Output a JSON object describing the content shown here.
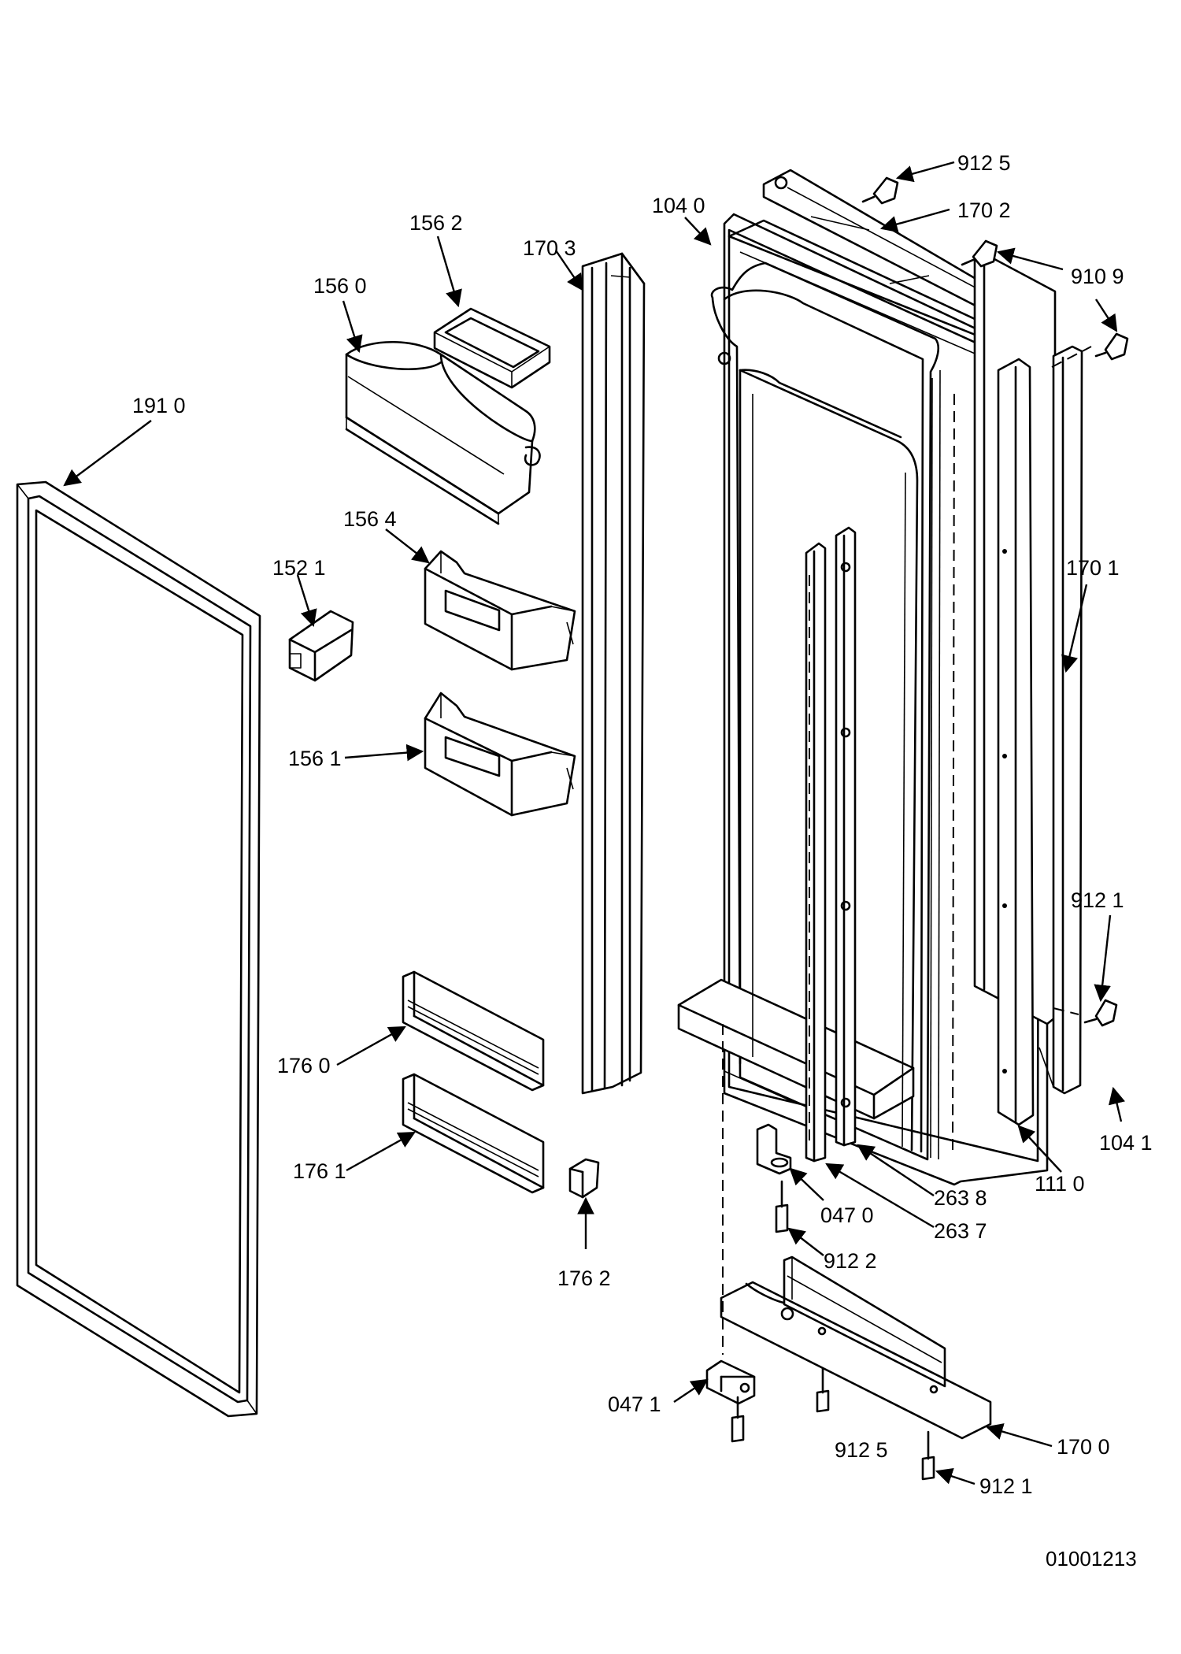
{
  "drawing_number": "01001213",
  "callouts": {
    "c9125_top": "912 5",
    "c1702": "170 2",
    "c1040": "104 0",
    "c9109": "910 9",
    "c1562": "156 2",
    "c1703": "170 3",
    "c1560": "156 0",
    "c1910": "191 0",
    "c1564": "156 4",
    "c1521": "152 1",
    "c1701": "170 1",
    "c1561": "156 1",
    "c9121_right": "912 1",
    "c1760": "176 0",
    "c1041": "104 1",
    "c1761": "176 1",
    "c2638": "263 8",
    "c1110": "111 0",
    "c0470": "047 0",
    "c2637": "263 7",
    "c9122": "912 2",
    "c1762": "176 2",
    "c0471": "047 1",
    "c9125_bottom": "912 5",
    "c1700": "170 0",
    "c9121_bottom": "912 1"
  }
}
